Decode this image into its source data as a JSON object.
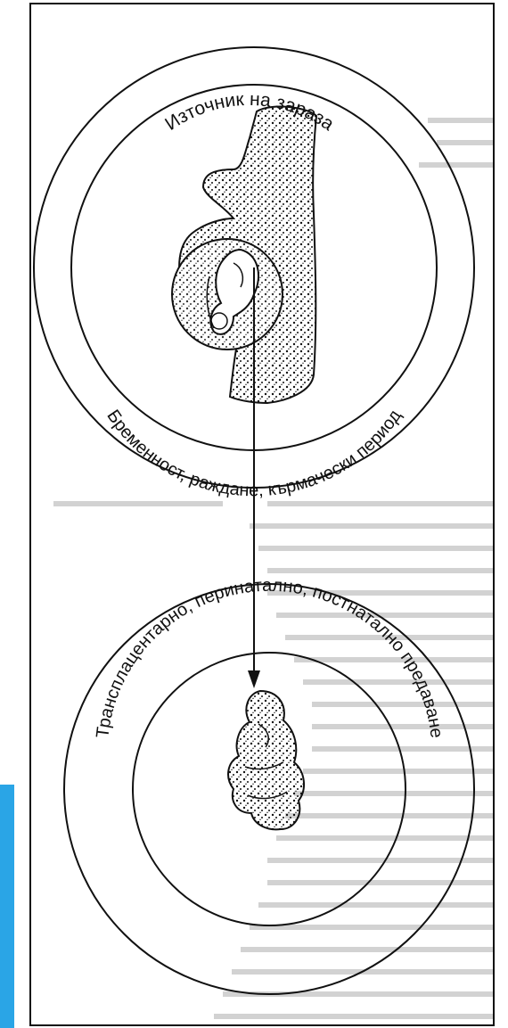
{
  "diagram": {
    "source_label": "Източник на зараза",
    "mother_ring_label": "Бременност, раждане, кърмачески период",
    "transmission_label": "Трансплацентарно, перинатално, постнатално предаване"
  },
  "colors": {
    "accent_strip": "#2aa5e6",
    "ink": "#111111",
    "paper": "#ffffff",
    "bleed_through": "#c8c8c8"
  }
}
